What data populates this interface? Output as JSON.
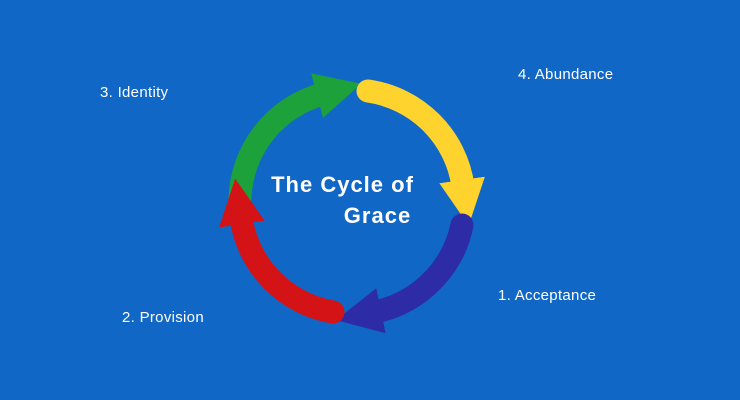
{
  "colors": {
    "background": "#1167C6",
    "text": "#FFFFFF"
  },
  "title": {
    "line1": "The Cycle of",
    "line2": "Grace"
  },
  "labels": [
    {
      "text": "1. Acceptance"
    },
    {
      "text": "2. Provision"
    },
    {
      "text": "3. Identity"
    },
    {
      "text": "4. Abundance"
    }
  ],
  "arrows": [
    {
      "name": "green-arrow",
      "color": "#1CA13B",
      "position": "top-left",
      "direction": "clockwise"
    },
    {
      "name": "yellow-arrow",
      "color": "#FFD32E",
      "position": "top-right",
      "direction": "clockwise"
    },
    {
      "name": "blue-arrow",
      "color": "#2D2BA5",
      "position": "bottom-right",
      "direction": "clockwise"
    },
    {
      "name": "red-arrow",
      "color": "#D41317",
      "position": "bottom-left",
      "direction": "clockwise"
    }
  ]
}
